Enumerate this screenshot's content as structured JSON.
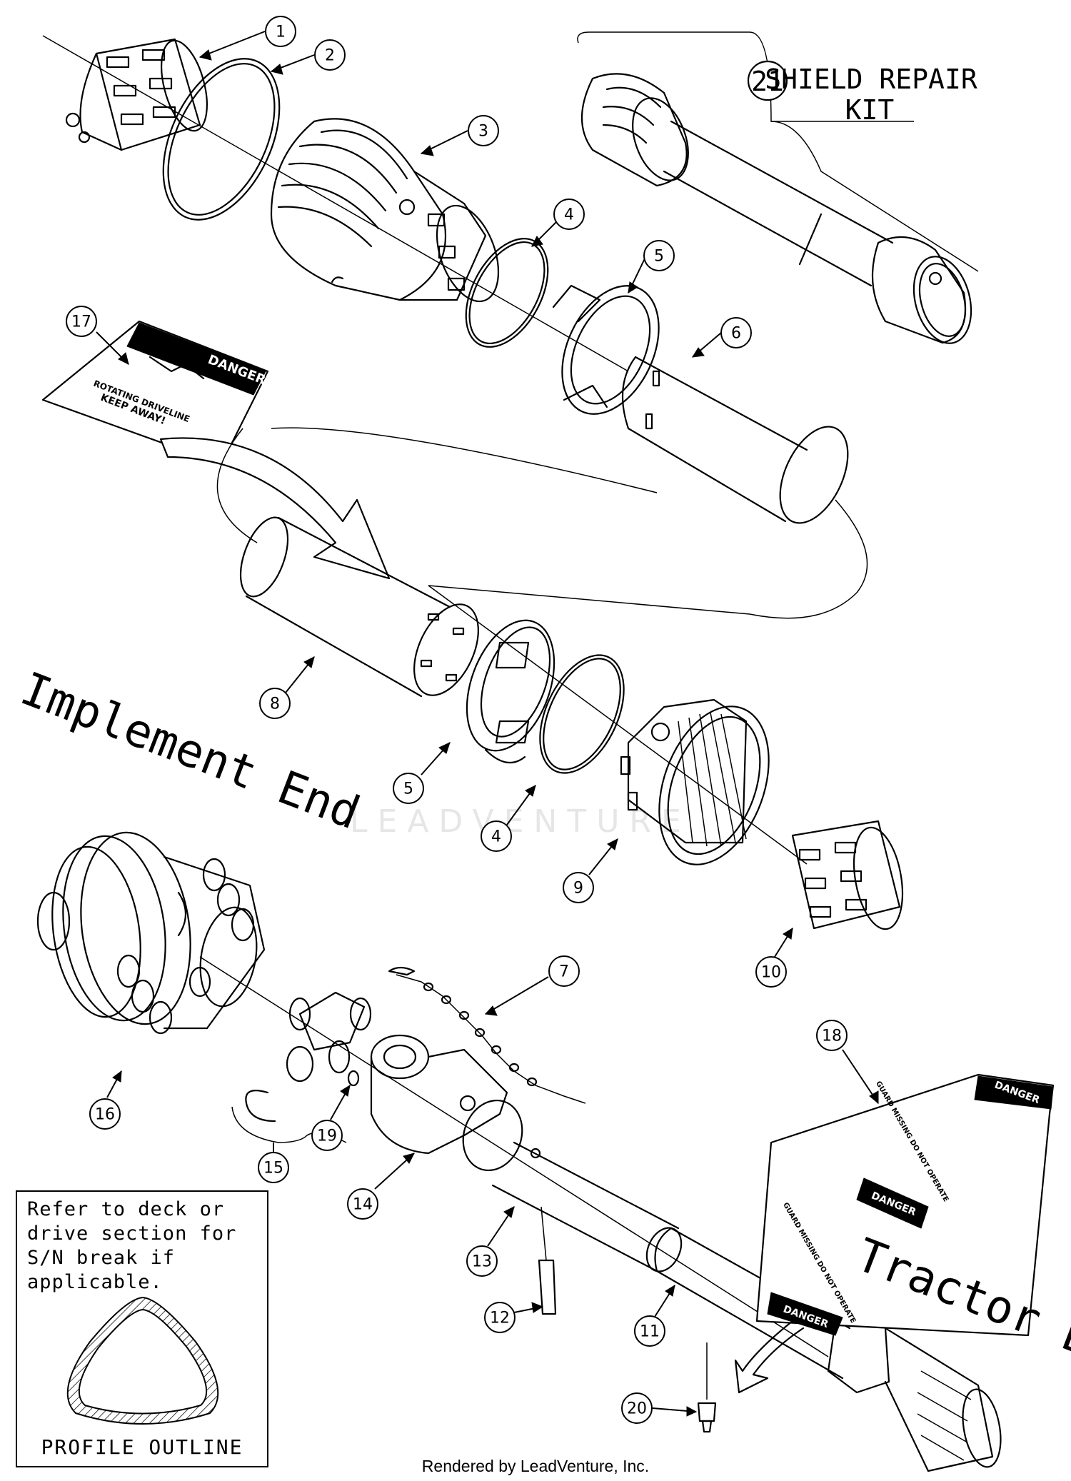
{
  "title": {
    "implement_end": "Implement End",
    "tractor_end": "Tractor End"
  },
  "shield_kit": {
    "number": "21",
    "line1": "SHIELD REPAIR",
    "line2": "KIT"
  },
  "callouts": [
    {
      "id": "c1",
      "label": "1"
    },
    {
      "id": "c2",
      "label": "2"
    },
    {
      "id": "c3",
      "label": "3"
    },
    {
      "id": "c4a",
      "label": "4"
    },
    {
      "id": "c5a",
      "label": "5"
    },
    {
      "id": "c6",
      "label": "6"
    },
    {
      "id": "c17",
      "label": "17"
    },
    {
      "id": "c8",
      "label": "8"
    },
    {
      "id": "c5b",
      "label": "5"
    },
    {
      "id": "c4b",
      "label": "4"
    },
    {
      "id": "c9",
      "label": "9"
    },
    {
      "id": "c10",
      "label": "10"
    },
    {
      "id": "c7",
      "label": "7"
    },
    {
      "id": "c16",
      "label": "16"
    },
    {
      "id": "c19",
      "label": "19"
    },
    {
      "id": "c15",
      "label": "15"
    },
    {
      "id": "c14",
      "label": "14"
    },
    {
      "id": "c13",
      "label": "13"
    },
    {
      "id": "c12",
      "label": "12"
    },
    {
      "id": "c11",
      "label": "11"
    },
    {
      "id": "c20",
      "label": "20"
    },
    {
      "id": "c18",
      "label": "18"
    }
  ],
  "decals": {
    "danger_word": "DANGER",
    "decal17_line1": "ROTATING DRIVELINE",
    "decal17_line2": "KEEP AWAY!",
    "decal18_text": "GUARD MISSING DO NOT OPERATE"
  },
  "note": {
    "text": "Refer to deck or drive section for S/N break if applicable.",
    "caption": "PROFILE OUTLINE"
  },
  "watermark": "LEADVENTURE",
  "footer": "Rendered by LeadVenture, Inc.",
  "colors": {
    "line": "#000000",
    "background": "#ffffff",
    "watermark": "#e6e6e6"
  }
}
